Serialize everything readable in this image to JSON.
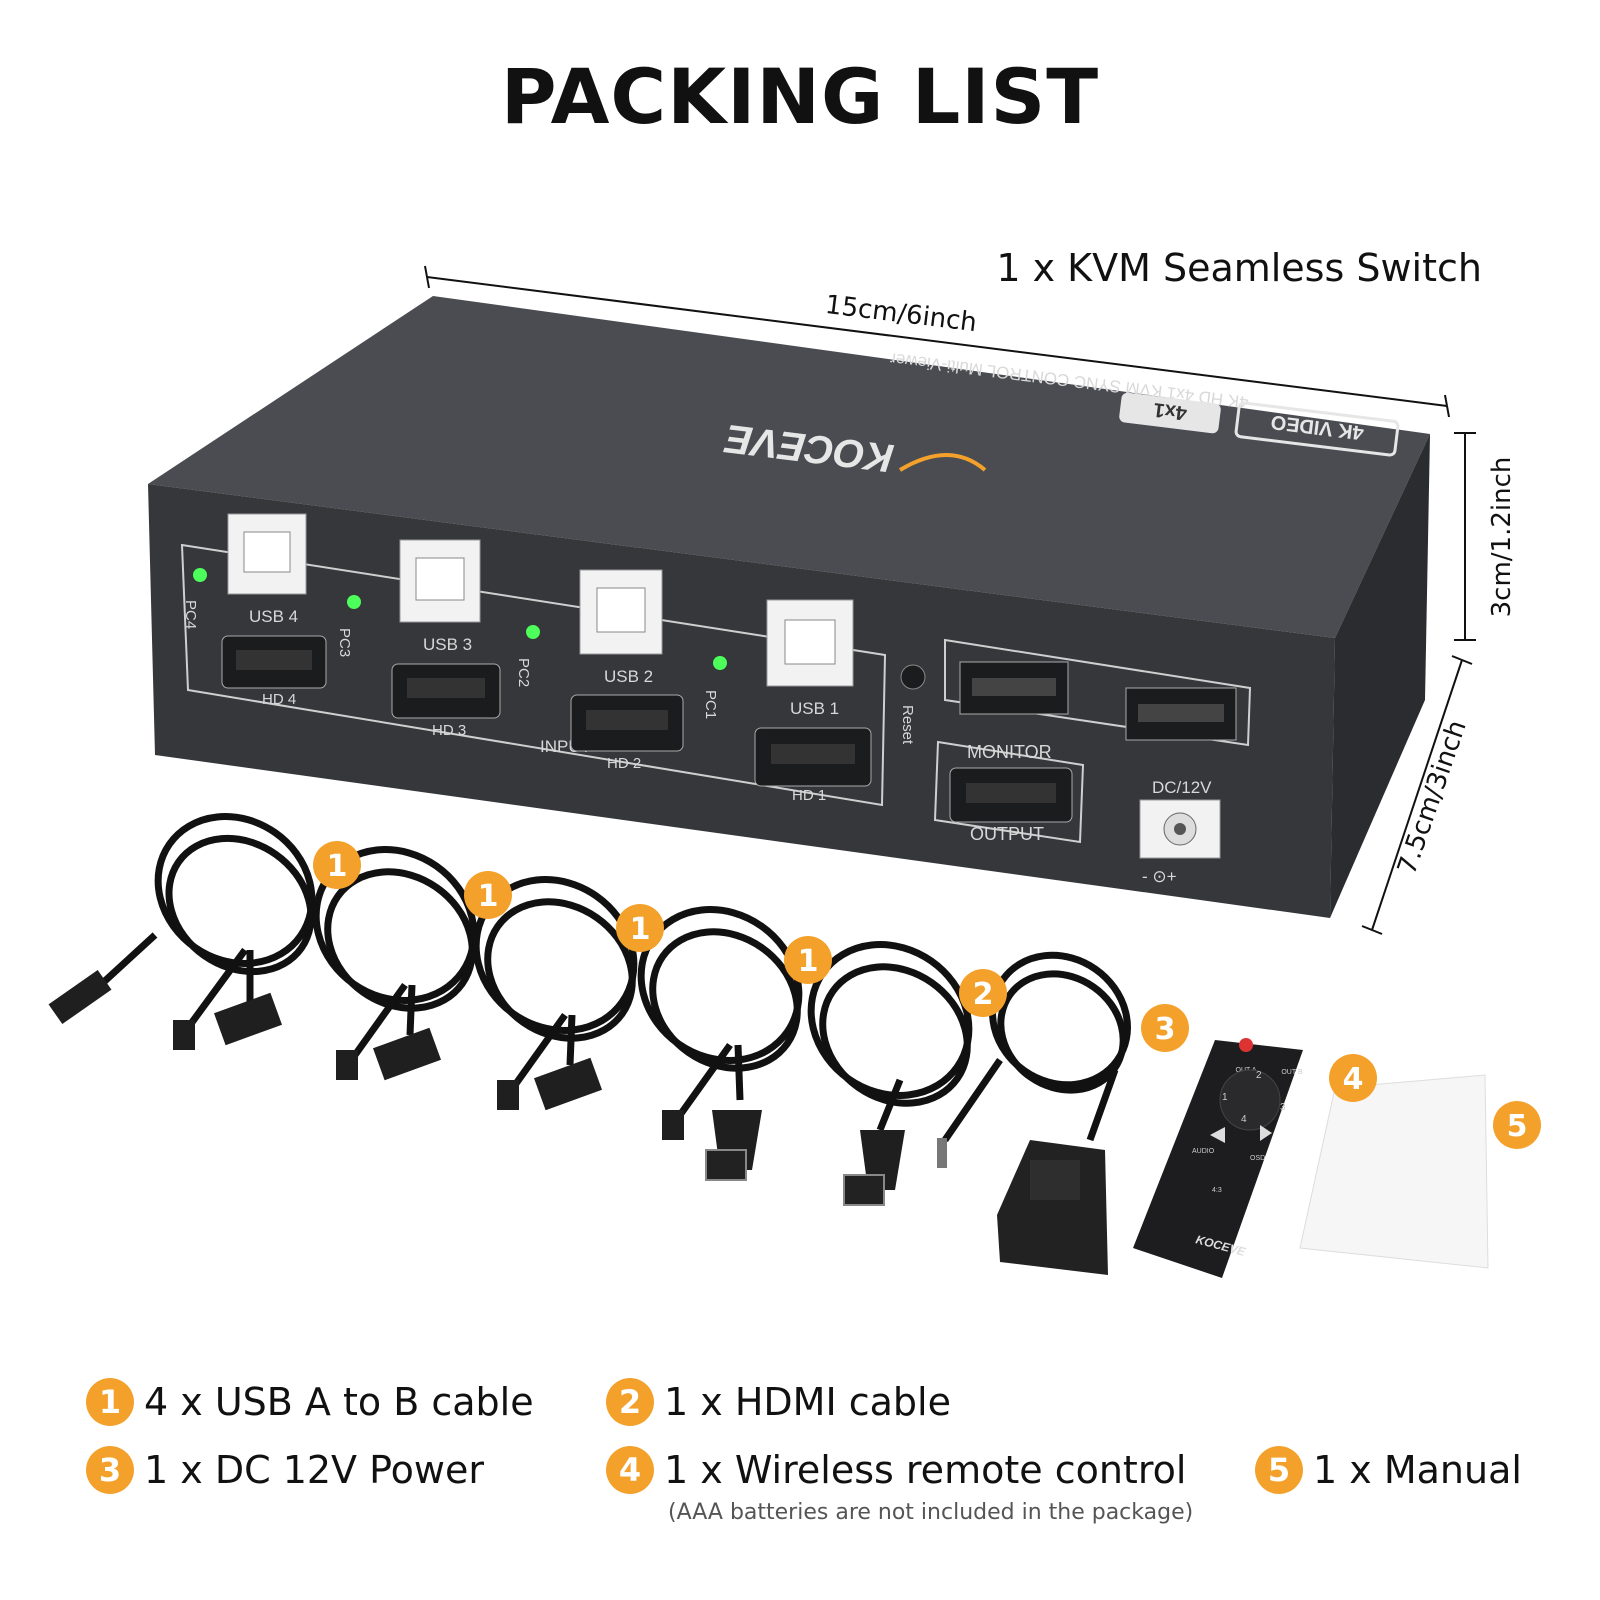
{
  "title": "PACKING LIST",
  "switch_caption": "1 x KVM Seamless Switch",
  "dimensions": {
    "length": "15cm/6inch",
    "height": "3cm/1.2inch",
    "depth": "7.5cm/3inch"
  },
  "device": {
    "top_text": "4K HD 4x1 KVM SYNC CONTROL Multi-Viewer",
    "badge_4x1": "4x1",
    "badge_video": "4K VIDEO",
    "brand": "KOCEVE",
    "usb_ports": [
      "USB 4",
      "USB 3",
      "USB 2",
      "USB 1"
    ],
    "hdmi_ports": [
      "HD 4",
      "HD 3",
      "HD 2",
      "HD 1"
    ],
    "pc_labels": [
      "PC4",
      "PC3",
      "PC2",
      "PC1"
    ],
    "input_label": "INPUT",
    "reset_label": "Reset",
    "monitor_label": "MONITOR",
    "output_label": "OUTPUT",
    "power_label": "DC/12V",
    "polarity_label": "- ⊙+"
  },
  "badges": [
    "1",
    "1",
    "1",
    "1",
    "2",
    "3",
    "4",
    "5"
  ],
  "remote": {
    "brand": "KOCEVE",
    "buttons": [
      "OUT A",
      "OUT B",
      "1",
      "2",
      "3",
      "4",
      "AUDIO",
      "OSD",
      "4:3"
    ]
  },
  "legend": [
    {
      "num": "1",
      "text": "4 x USB A to B cable"
    },
    {
      "num": "2",
      "text": "1 x HDMI cable"
    },
    {
      "num": "3",
      "text": "1 x DC 12V Power"
    },
    {
      "num": "4",
      "text": "1 x Wireless remote control"
    },
    {
      "num": "5",
      "text": "1 x Manual"
    }
  ],
  "legend_note": "(AAA batteries are not included in the package)",
  "colors": {
    "accent": "#f4a12c",
    "device": "#3a3c40",
    "led": "#4cff5a"
  }
}
